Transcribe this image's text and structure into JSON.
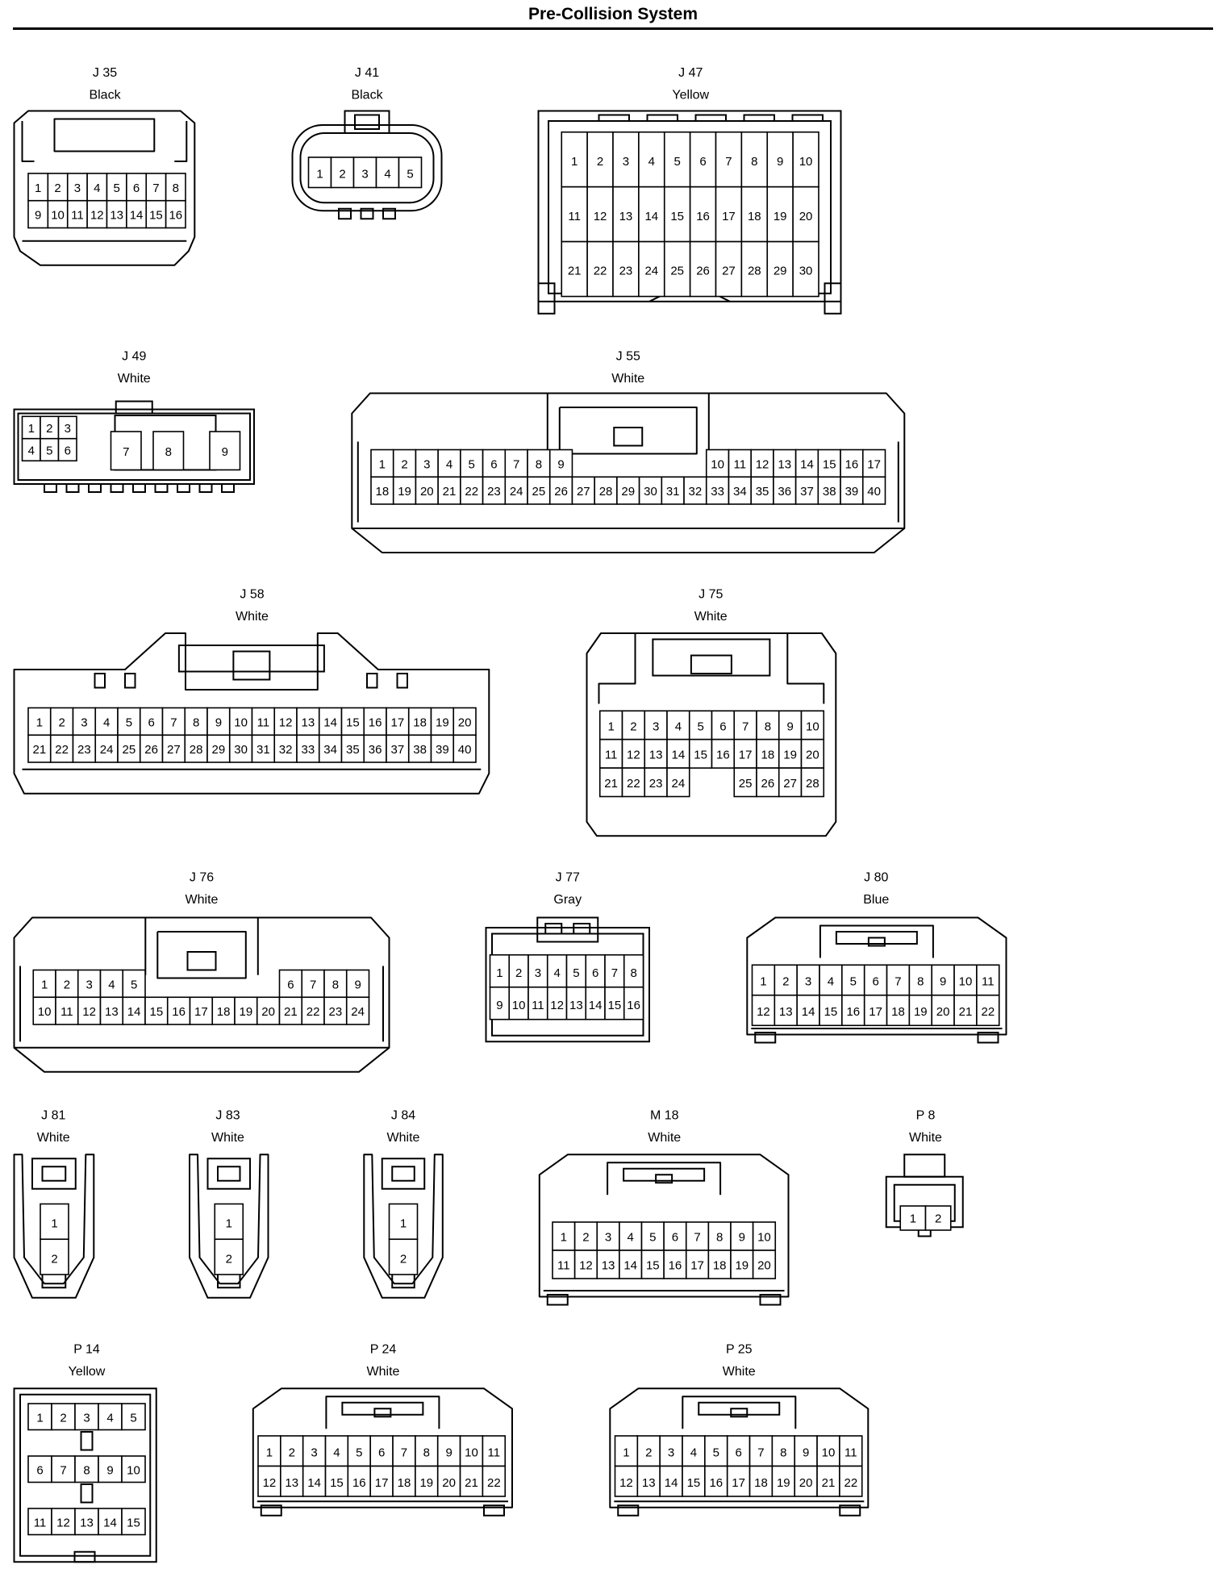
{
  "title": "Pre-Collision System",
  "connectors": [
    {
      "id": "J 35",
      "color": "Black",
      "rows": [
        [
          1,
          2,
          3,
          4,
          5,
          6,
          7,
          8
        ],
        [
          9,
          10,
          11,
          12,
          13,
          14,
          15,
          16
        ]
      ]
    },
    {
      "id": "J 41",
      "color": "Black",
      "rows": [
        [
          1,
          2,
          3,
          4,
          5
        ]
      ]
    },
    {
      "id": "J 47",
      "color": "Yellow",
      "rows": [
        [
          1,
          2,
          3,
          4,
          5,
          6,
          7,
          8,
          9,
          10
        ],
        [
          11,
          12,
          13,
          14,
          15,
          16,
          17,
          18,
          19,
          20
        ],
        [
          21,
          22,
          23,
          24,
          25,
          26,
          27,
          28,
          29,
          30
        ]
      ]
    },
    {
      "id": "J 49",
      "color": "White",
      "rows": [
        [
          1,
          2,
          3
        ],
        [
          4,
          5,
          6
        ],
        [
          7
        ],
        [
          8
        ],
        [
          9
        ]
      ]
    },
    {
      "id": "J 55",
      "color": "White",
      "rows": [
        [
          1,
          2,
          3,
          4,
          5,
          6,
          7,
          8,
          9,
          null,
          null,
          null,
          null,
          null,
          null,
          10,
          11,
          12,
          13,
          14,
          15,
          16,
          17
        ],
        [
          18,
          19,
          20,
          21,
          22,
          23,
          24,
          25,
          26,
          27,
          28,
          29,
          30,
          31,
          32,
          33,
          34,
          35,
          36,
          37,
          38,
          39,
          40
        ]
      ]
    },
    {
      "id": "J 58",
      "color": "White",
      "rows": [
        [
          1,
          2,
          3,
          4,
          5,
          6,
          7,
          8,
          9,
          10,
          11,
          12,
          13,
          14,
          15,
          16,
          17,
          18,
          19,
          20
        ],
        [
          21,
          22,
          23,
          24,
          25,
          26,
          27,
          28,
          29,
          30,
          31,
          32,
          33,
          34,
          35,
          36,
          37,
          38,
          39,
          40
        ]
      ]
    },
    {
      "id": "J 75",
      "color": "White",
      "rows": [
        [
          1,
          2,
          3,
          4,
          5,
          6,
          7,
          8,
          9,
          10
        ],
        [
          11,
          12,
          13,
          14,
          15,
          16,
          17,
          18,
          19,
          20
        ],
        [
          21,
          22,
          23,
          24,
          null,
          null,
          25,
          26,
          27,
          28
        ]
      ]
    },
    {
      "id": "J 76",
      "color": "White",
      "rows": [
        [
          1,
          2,
          3,
          4,
          5,
          null,
          null,
          null,
          null,
          null,
          null,
          6,
          7,
          8,
          9
        ],
        [
          10,
          11,
          12,
          13,
          14,
          15,
          16,
          17,
          18,
          19,
          20,
          21,
          22,
          23,
          24
        ]
      ]
    },
    {
      "id": "J 77",
      "color": "Gray",
      "rows": [
        [
          1,
          2,
          3,
          4,
          5,
          6,
          7,
          8
        ],
        [
          9,
          10,
          11,
          12,
          13,
          14,
          15,
          16
        ]
      ]
    },
    {
      "id": "J 80",
      "color": "Blue",
      "rows": [
        [
          1,
          2,
          3,
          4,
          5,
          6,
          7,
          8,
          9,
          10,
          11
        ],
        [
          12,
          13,
          14,
          15,
          16,
          17,
          18,
          19,
          20,
          21,
          22
        ]
      ]
    },
    {
      "id": "J 81",
      "color": "White",
      "rows": [
        [
          1
        ],
        [
          2
        ]
      ]
    },
    {
      "id": "J 83",
      "color": "White",
      "rows": [
        [
          1
        ],
        [
          2
        ]
      ]
    },
    {
      "id": "J 84",
      "color": "White",
      "rows": [
        [
          1
        ],
        [
          2
        ]
      ]
    },
    {
      "id": "M 18",
      "color": "White",
      "rows": [
        [
          1,
          2,
          3,
          4,
          5,
          6,
          7,
          8,
          9,
          10
        ],
        [
          11,
          12,
          13,
          14,
          15,
          16,
          17,
          18,
          19,
          20
        ]
      ]
    },
    {
      "id": "P 8",
      "color": "White",
      "rows": [
        [
          1,
          2
        ]
      ]
    },
    {
      "id": "P 14",
      "color": "Yellow",
      "rows": [
        [
          1,
          2,
          3,
          4,
          5
        ],
        [
          6,
          7,
          8,
          9,
          10
        ],
        [
          11,
          12,
          13,
          14,
          15
        ]
      ]
    },
    {
      "id": "P 24",
      "color": "White",
      "rows": [
        [
          1,
          2,
          3,
          4,
          5,
          6,
          7,
          8,
          9,
          10,
          11
        ],
        [
          12,
          13,
          14,
          15,
          16,
          17,
          18,
          19,
          20,
          21,
          22
        ]
      ]
    },
    {
      "id": "P 25",
      "color": "White",
      "rows": [
        [
          1,
          2,
          3,
          4,
          5,
          6,
          7,
          8,
          9,
          10,
          11
        ],
        [
          12,
          13,
          14,
          15,
          16,
          17,
          18,
          19,
          20,
          21,
          22
        ]
      ]
    }
  ]
}
